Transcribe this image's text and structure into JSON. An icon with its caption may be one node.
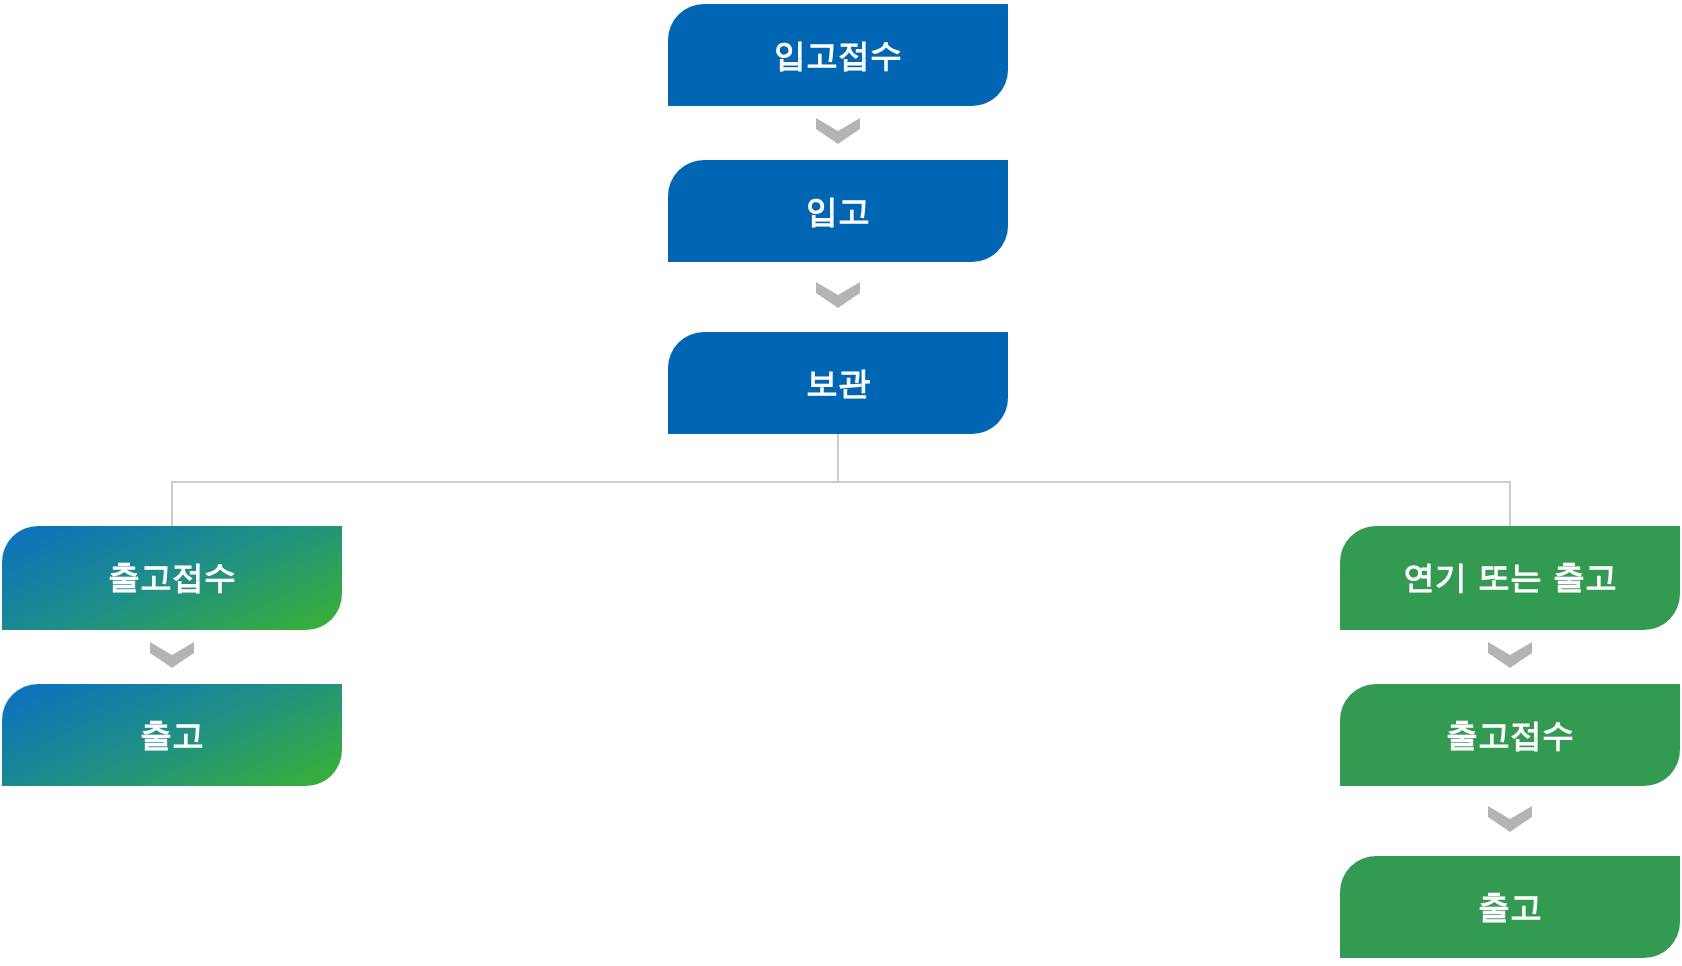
{
  "diagram": {
    "nodes": [
      {
        "text": [
          "입고접수"
        ]
      },
      {
        "text": [
          "입고"
        ]
      },
      {
        "text": [
          "보관"
        ]
      },
      {
        "text": [
          "출고접수"
        ]
      },
      {
        "text": [
          "출고"
        ]
      },
      {
        "text": [
          "연기 또는 출고"
        ]
      },
      {
        "text": [
          "출고접수"
        ]
      },
      {
        "text": [
          "출고"
        ]
      }
    ],
    "edges": [
      {
        "from": 0,
        "to": 1,
        "arrow": "to"
      },
      {
        "from": 1,
        "to": 2,
        "arrow": "to"
      },
      {
        "from": 2,
        "to": 3,
        "arrow": "none"
      },
      {
        "from": 2,
        "to": 5,
        "arrow": "none"
      },
      {
        "from": 3,
        "to": 4,
        "arrow": "to"
      },
      {
        "from": 5,
        "to": 6,
        "arrow": "to"
      },
      {
        "from": 6,
        "to": 7,
        "arrow": "to"
      }
    ]
  }
}
